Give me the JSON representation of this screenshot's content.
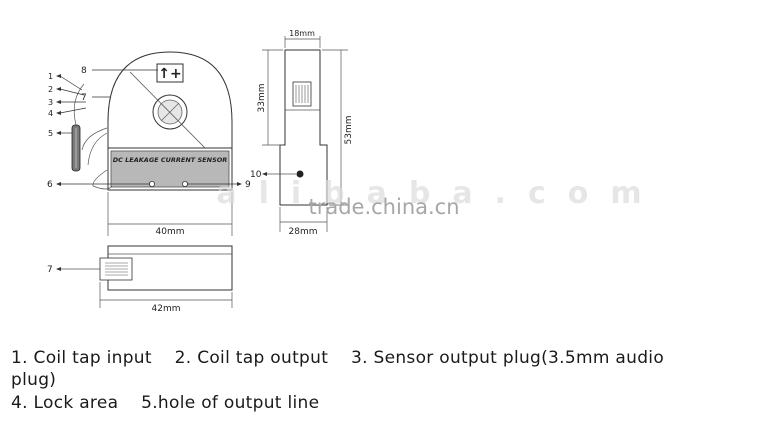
{
  "callouts": [
    "1",
    "2",
    "3",
    "4",
    "5",
    "6",
    "7",
    "8",
    "9",
    "10"
  ],
  "sensor_label": "DC LEAKAGE CURRENT SENSOR",
  "polarity_mark": "↑+",
  "dimensions": {
    "front_width": "40mm",
    "side_width": "28mm",
    "side_top": "18mm",
    "side_inner_height": "33mm",
    "side_total_height": "53mm",
    "bottom_width": "42mm"
  },
  "watermark": {
    "url": "trade.china.cn",
    "faded": "alibaba.com"
  },
  "legend": {
    "line1": "1. Coil tap input    2. Coil tap output    3. Sensor output plug(3.5mm audio",
    "line2": "plug)",
    "line3": "4. Lock area    5.hole of output line"
  }
}
